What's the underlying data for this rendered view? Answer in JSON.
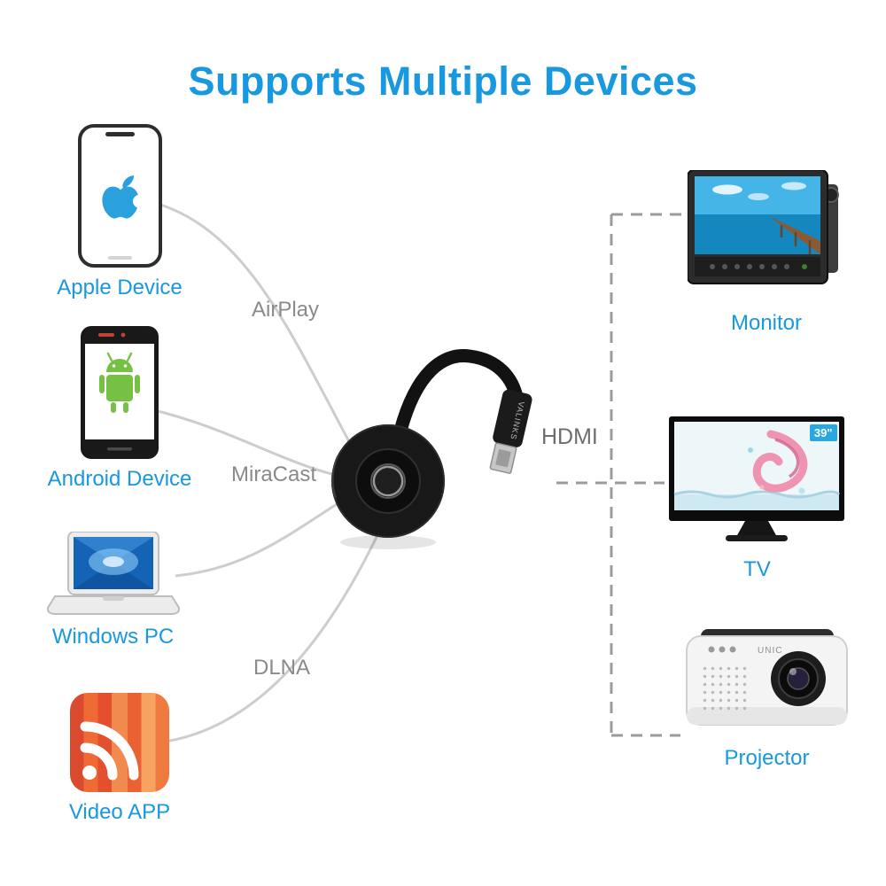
{
  "title": "Supports Multiple Devices",
  "colors": {
    "accent_blue": "#1798df",
    "protocol_gray": "#8a8a8a",
    "dashed_line_gray": "#9b9b9b",
    "curve_gray": "#cdcdcd",
    "android_green": "#76c043",
    "apple_logo_blue": "#2aa0dc",
    "video_app_orange": "#ee6a38",
    "tv_badge_blue": "#2aa7e0"
  },
  "sources": [
    {
      "label": "Apple Device",
      "icon": "apple-iphone-icon"
    },
    {
      "label": "Android Device",
      "icon": "android-phone-icon"
    },
    {
      "label": "Windows PC",
      "icon": "laptop-icon"
    },
    {
      "label": "Video APP",
      "icon": "video-app-icon"
    }
  ],
  "protocols": {
    "airplay": "AirPlay",
    "miracast": "MiraCast",
    "dlna": "DLNA"
  },
  "connector": {
    "label": "HDMI",
    "brand": "VALINKS",
    "icon": "hdmi-dongle-icon"
  },
  "targets": [
    {
      "label": "Monitor"
    },
    {
      "label": "TV",
      "badge": "39\""
    },
    {
      "label": "Projector",
      "brand": "UNIC"
    }
  ]
}
